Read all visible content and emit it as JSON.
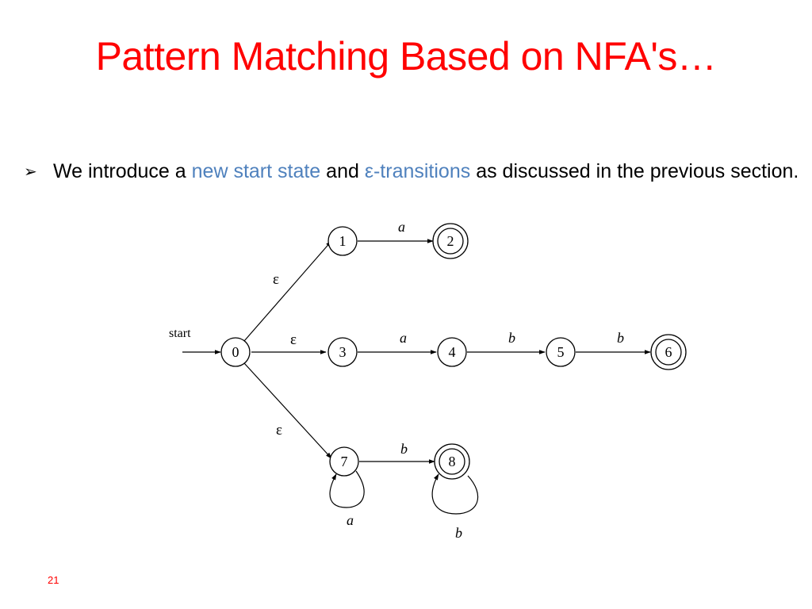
{
  "slide": {
    "title": "Pattern Matching Based on NFA's…",
    "bullet": {
      "marker": "➢",
      "text_before": "We introduce a ",
      "highlight_1": "new start state",
      "text_middle": " and ",
      "highlight_2": "ε-transitions",
      "text_after": " as discussed in the previous section."
    },
    "page_number": "21"
  },
  "colors": {
    "title": "#ff0000",
    "highlight": "#4f81bd",
    "page_number": "#ff0000"
  },
  "diagram": {
    "start_label": "start",
    "states": [
      {
        "id": "0",
        "label": "0",
        "accepting": false
      },
      {
        "id": "1",
        "label": "1",
        "accepting": false
      },
      {
        "id": "2",
        "label": "2",
        "accepting": true
      },
      {
        "id": "3",
        "label": "3",
        "accepting": false
      },
      {
        "id": "4",
        "label": "4",
        "accepting": false
      },
      {
        "id": "5",
        "label": "5",
        "accepting": false
      },
      {
        "id": "6",
        "label": "6",
        "accepting": true
      },
      {
        "id": "7",
        "label": "7",
        "accepting": false
      },
      {
        "id": "8",
        "label": "8",
        "accepting": true
      }
    ],
    "transitions": [
      {
        "from": "0",
        "to": "1",
        "label": "ε"
      },
      {
        "from": "0",
        "to": "3",
        "label": "ε"
      },
      {
        "from": "0",
        "to": "7",
        "label": "ε"
      },
      {
        "from": "1",
        "to": "2",
        "label": "a"
      },
      {
        "from": "3",
        "to": "4",
        "label": "a"
      },
      {
        "from": "4",
        "to": "5",
        "label": "b"
      },
      {
        "from": "5",
        "to": "6",
        "label": "b"
      },
      {
        "from": "7",
        "to": "8",
        "label": "b"
      },
      {
        "from": "7",
        "to": "7",
        "label": "a"
      },
      {
        "from": "8",
        "to": "8",
        "label": "b"
      }
    ]
  }
}
